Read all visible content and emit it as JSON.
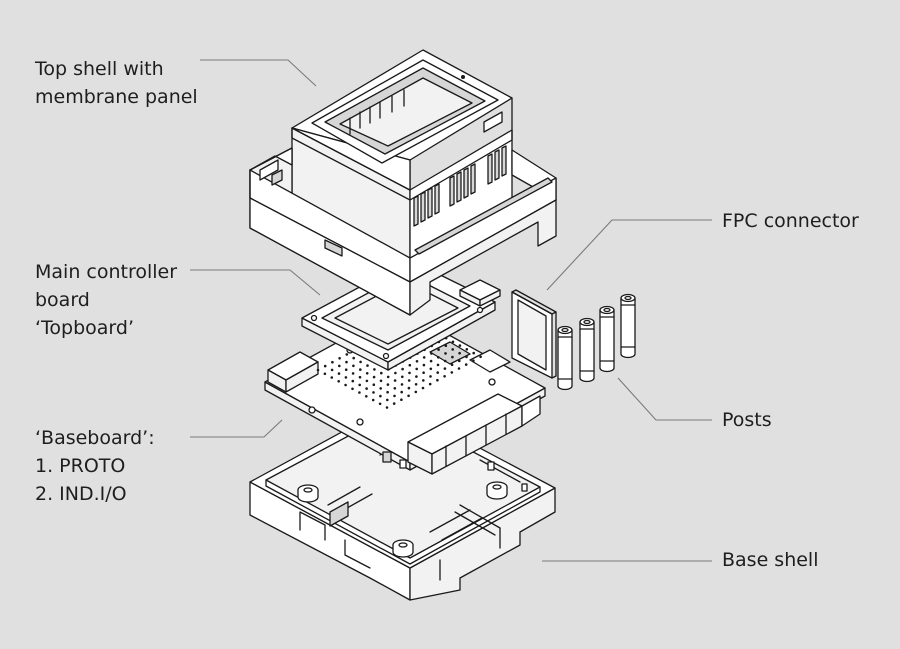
{
  "labels": {
    "top_shell": [
      "Top shell with",
      "membrane panel"
    ],
    "main_board": [
      "Main controller",
      "board",
      "‘Topboard’"
    ],
    "baseboard": [
      "‘Baseboard’:",
      "1. PROTO",
      "2. IND.I/O"
    ],
    "fpc": "FPC connector",
    "posts": "Posts",
    "base_shell": "Base shell"
  },
  "colors": {
    "background": "#e0e0e0",
    "line": "#1a1a1a",
    "leader": "#7a7a7a",
    "text": "#1e1e1e"
  }
}
